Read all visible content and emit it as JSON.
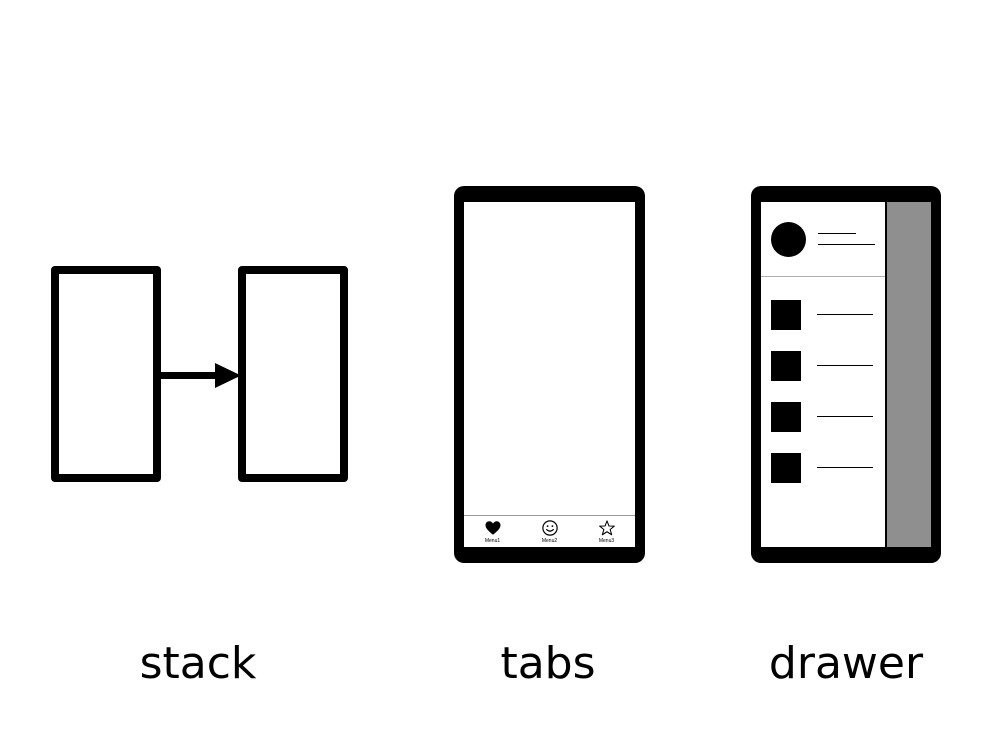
{
  "stack": {
    "caption": "stack"
  },
  "tabs": {
    "caption": "tabs",
    "items": [
      {
        "label": "Menu1",
        "icon": "heart-icon"
      },
      {
        "label": "Menu2",
        "icon": "smiley-icon"
      },
      {
        "label": "Menu3",
        "icon": "star-icon"
      }
    ]
  },
  "drawer": {
    "caption": "drawer",
    "overlay_color": "#8f8f8f"
  }
}
